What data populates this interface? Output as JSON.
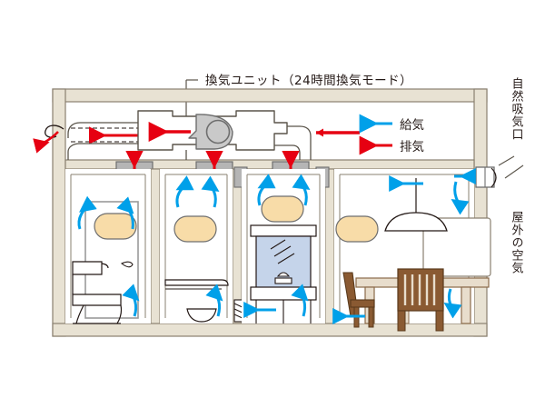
{
  "diagram": {
    "title": "換気ユニット（24時間換気モード）",
    "legend": [
      {
        "id": "supply",
        "label": "給気",
        "color": "#00a0e9",
        "arrow": "left-arrow-icon"
      },
      {
        "id": "exhaust",
        "label": "排気",
        "color": "#e60012",
        "arrow": "left-arrow-icon"
      }
    ],
    "side_labels": {
      "intake": "自然吸気口",
      "outdoor": "屋外の空気"
    },
    "rooms": [
      {
        "id": "toilet",
        "fixtures": [
          "toilet-fixture",
          "wall-panel",
          "paper-holder"
        ]
      },
      {
        "id": "washroom",
        "fixtures": [
          "basin-fixture",
          "wall-panel",
          "counter"
        ]
      },
      {
        "id": "bathroom",
        "fixtures": [
          "mirror",
          "vanity-counter",
          "faucet",
          "wall-panel"
        ]
      },
      {
        "id": "dining",
        "fixtures": [
          "dining-table",
          "chair-front",
          "chair-side",
          "pendant-lamp",
          "window",
          "wall-panel"
        ]
      }
    ],
    "components": {
      "fan_unit": "ventilation-unit",
      "ceiling_grilles": 3,
      "intake_vent": "natural-air-intake-vent",
      "exhaust_hood": "exterior-exhaust-hood",
      "door_louvre": "door-undercut-louvre"
    },
    "colors": {
      "wall": "#e8e2d3",
      "wall_stroke": "#8a8070",
      "supply": "#00a0e9",
      "exhaust": "#e60012",
      "duct_stroke": "#5a544a",
      "grille": "#b5b5b5",
      "grille_stroke": "#6e6e6e",
      "panel": "#f8dca8",
      "panel_stroke": "#6e6e6e",
      "mirror": "#c5d4ea",
      "wood_dark": "#8a5a32",
      "wood_light": "#e8ddcc",
      "line": "#5a544a"
    }
  }
}
